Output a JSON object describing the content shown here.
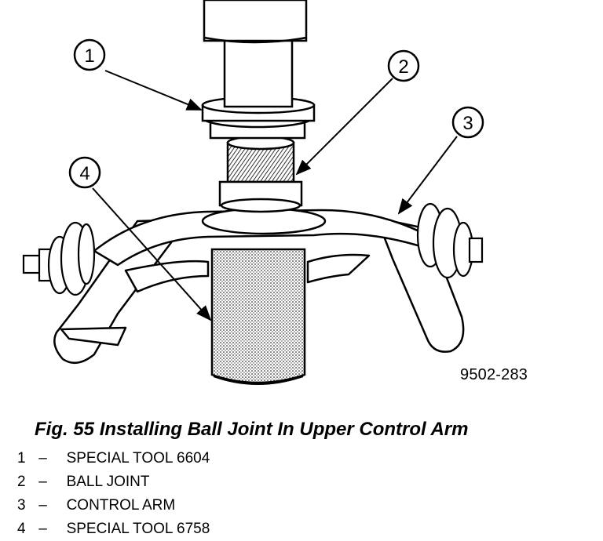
{
  "figure": {
    "drawing_id": "9502-283",
    "caption": "Fig. 55 Installing Ball Joint In Upper Control Arm"
  },
  "callouts": [
    {
      "number": "1",
      "label": "SPECIAL TOOL 6604"
    },
    {
      "number": "2",
      "label": "BALL JOINT"
    },
    {
      "number": "3",
      "label": "CONTROL ARM"
    },
    {
      "number": "4",
      "label": "SPECIAL TOOL 6758"
    }
  ],
  "legend_separator": "–"
}
